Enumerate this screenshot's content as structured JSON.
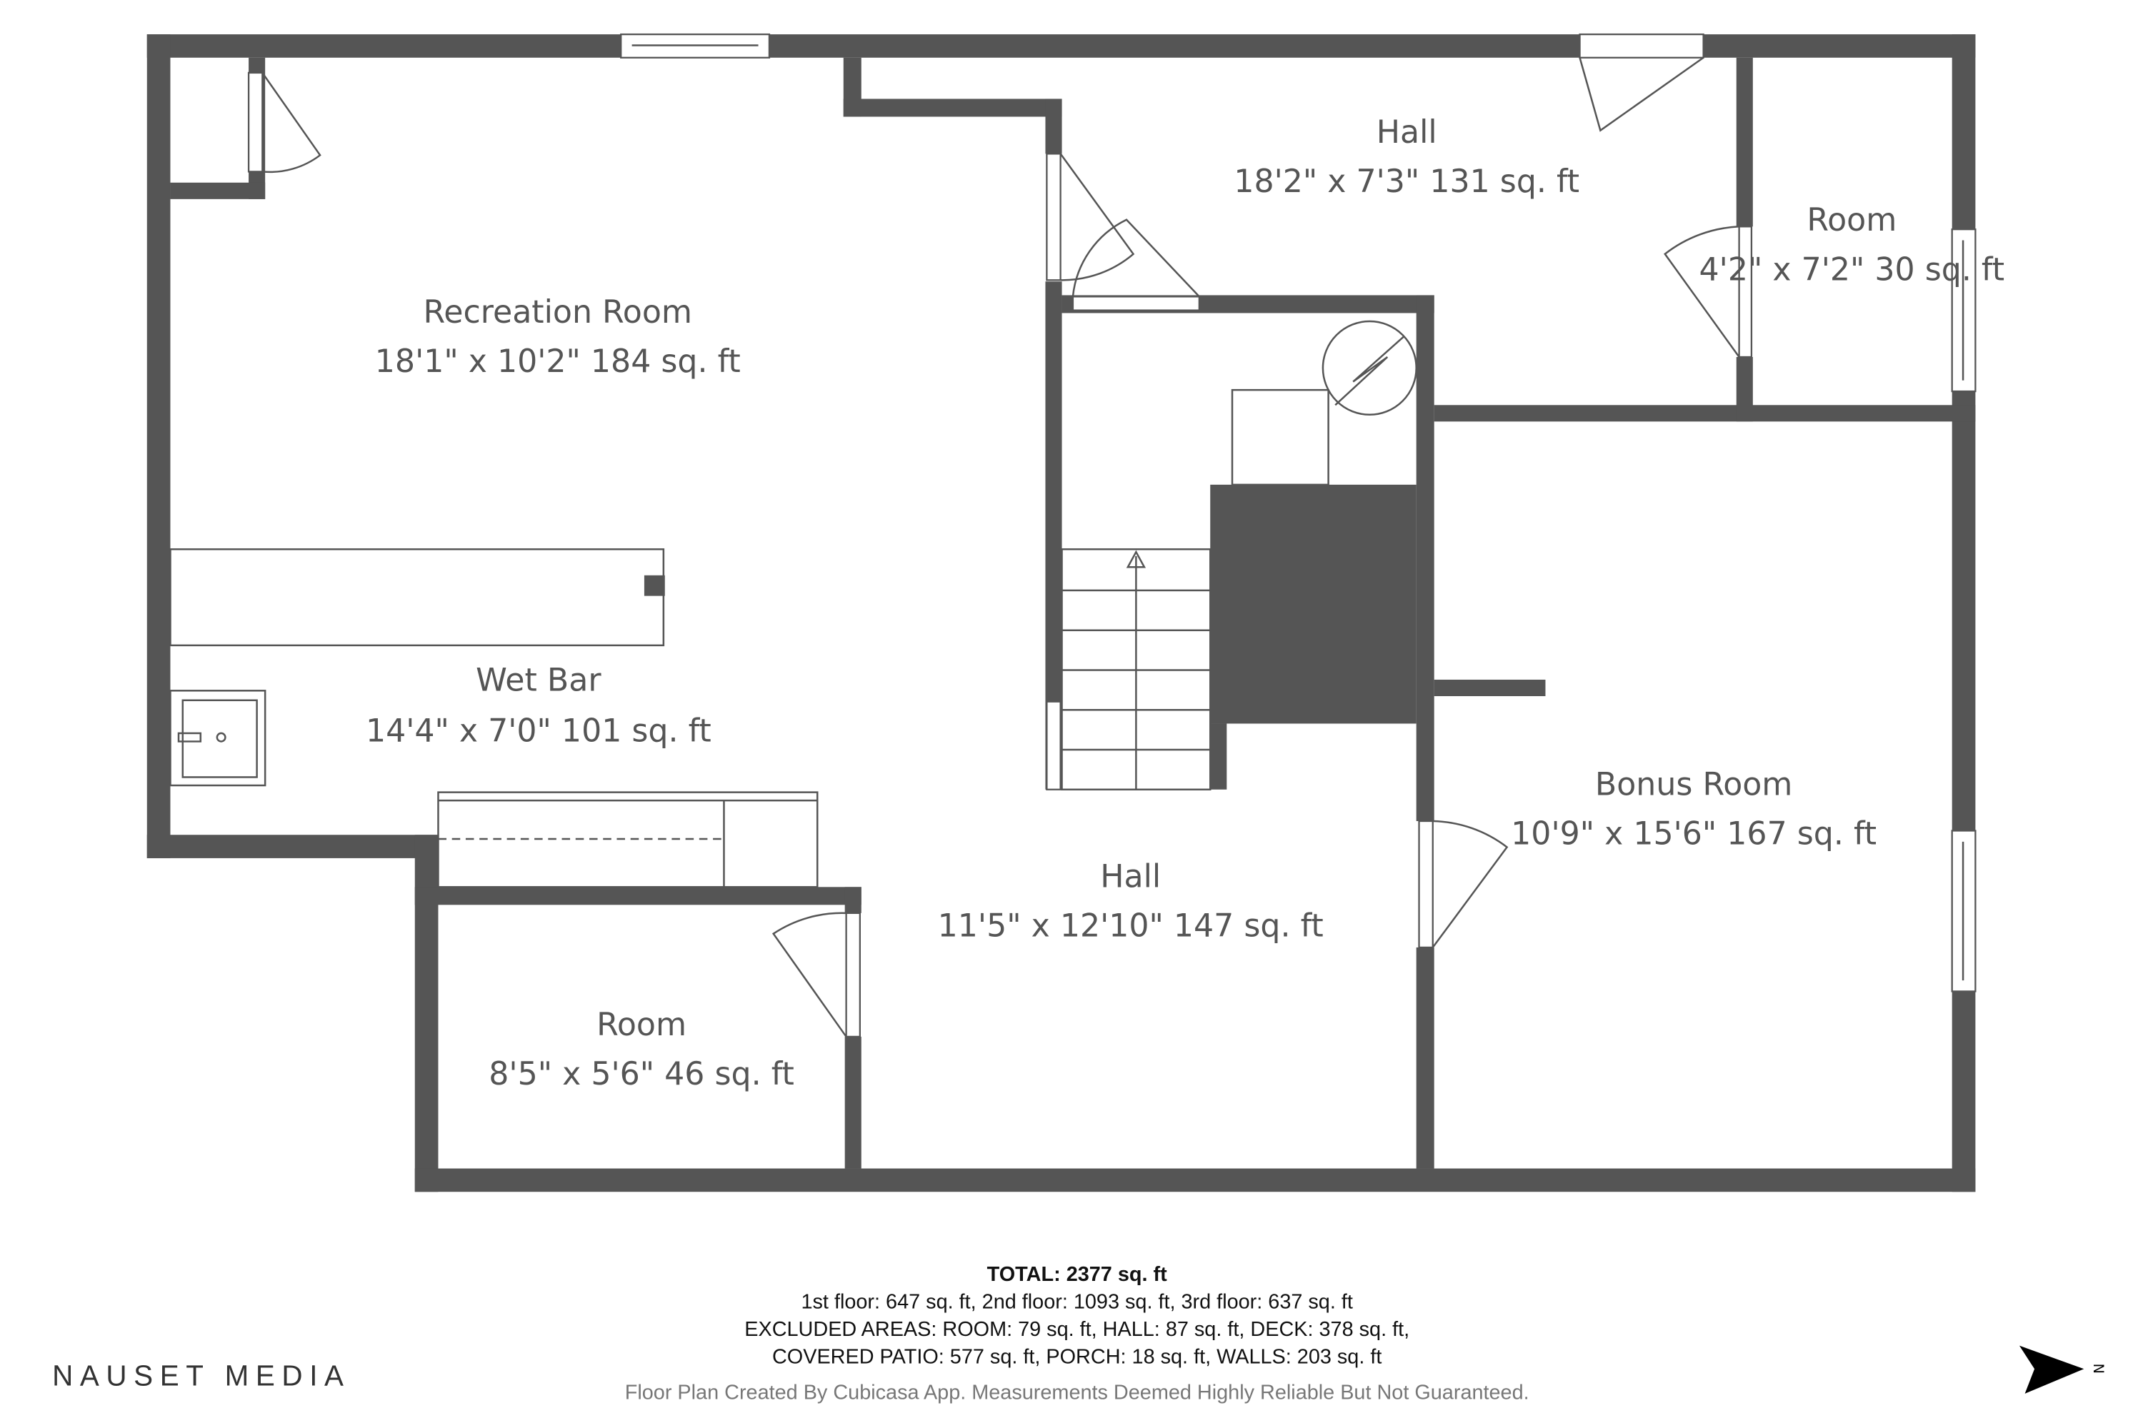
{
  "rooms": [
    {
      "name": "Recreation Room",
      "dims": "18'1\" x 10'2\" 184 sq. ft"
    },
    {
      "name": "Hall",
      "dims": "18'2\" x 7'3\" 131 sq. ft"
    },
    {
      "name": "Room",
      "dims": "4'2\" x 7'2\" 30 sq. ft"
    },
    {
      "name": "Wet Bar",
      "dims": "14'4\" x 7'0\" 101 sq. ft"
    },
    {
      "name": "Bonus Room",
      "dims": "10'9\" x 15'6\" 167 sq. ft"
    },
    {
      "name": "Hall",
      "dims": "11'5\" x 12'10\" 147 sq. ft"
    },
    {
      "name": "Room",
      "dims": "8'5\" x 5'6\" 46 sq. ft"
    }
  ],
  "summary": {
    "total": "TOTAL: 2377 sq. ft",
    "floors": "1st floor: 647 sq. ft, 2nd floor: 1093 sq. ft, 3rd floor: 637 sq. ft",
    "excluded_1": "EXCLUDED AREAS: ROOM: 79 sq. ft, HALL: 87 sq. ft, DECK: 378 sq. ft,",
    "excluded_2": "COVERED PATIO: 577 sq. ft, PORCH: 18 sq. ft, WALLS: 203 sq. ft",
    "disclaimer": "Floor Plan Created By Cubicasa App. Measurements Deemed Highly Reliable But Not Guaranteed."
  },
  "brand": "NAUSET MEDIA",
  "compass": {
    "label": "N",
    "icon": "north-arrow-icon"
  },
  "colors": {
    "wall": "#555555",
    "background": "#ffffff"
  }
}
